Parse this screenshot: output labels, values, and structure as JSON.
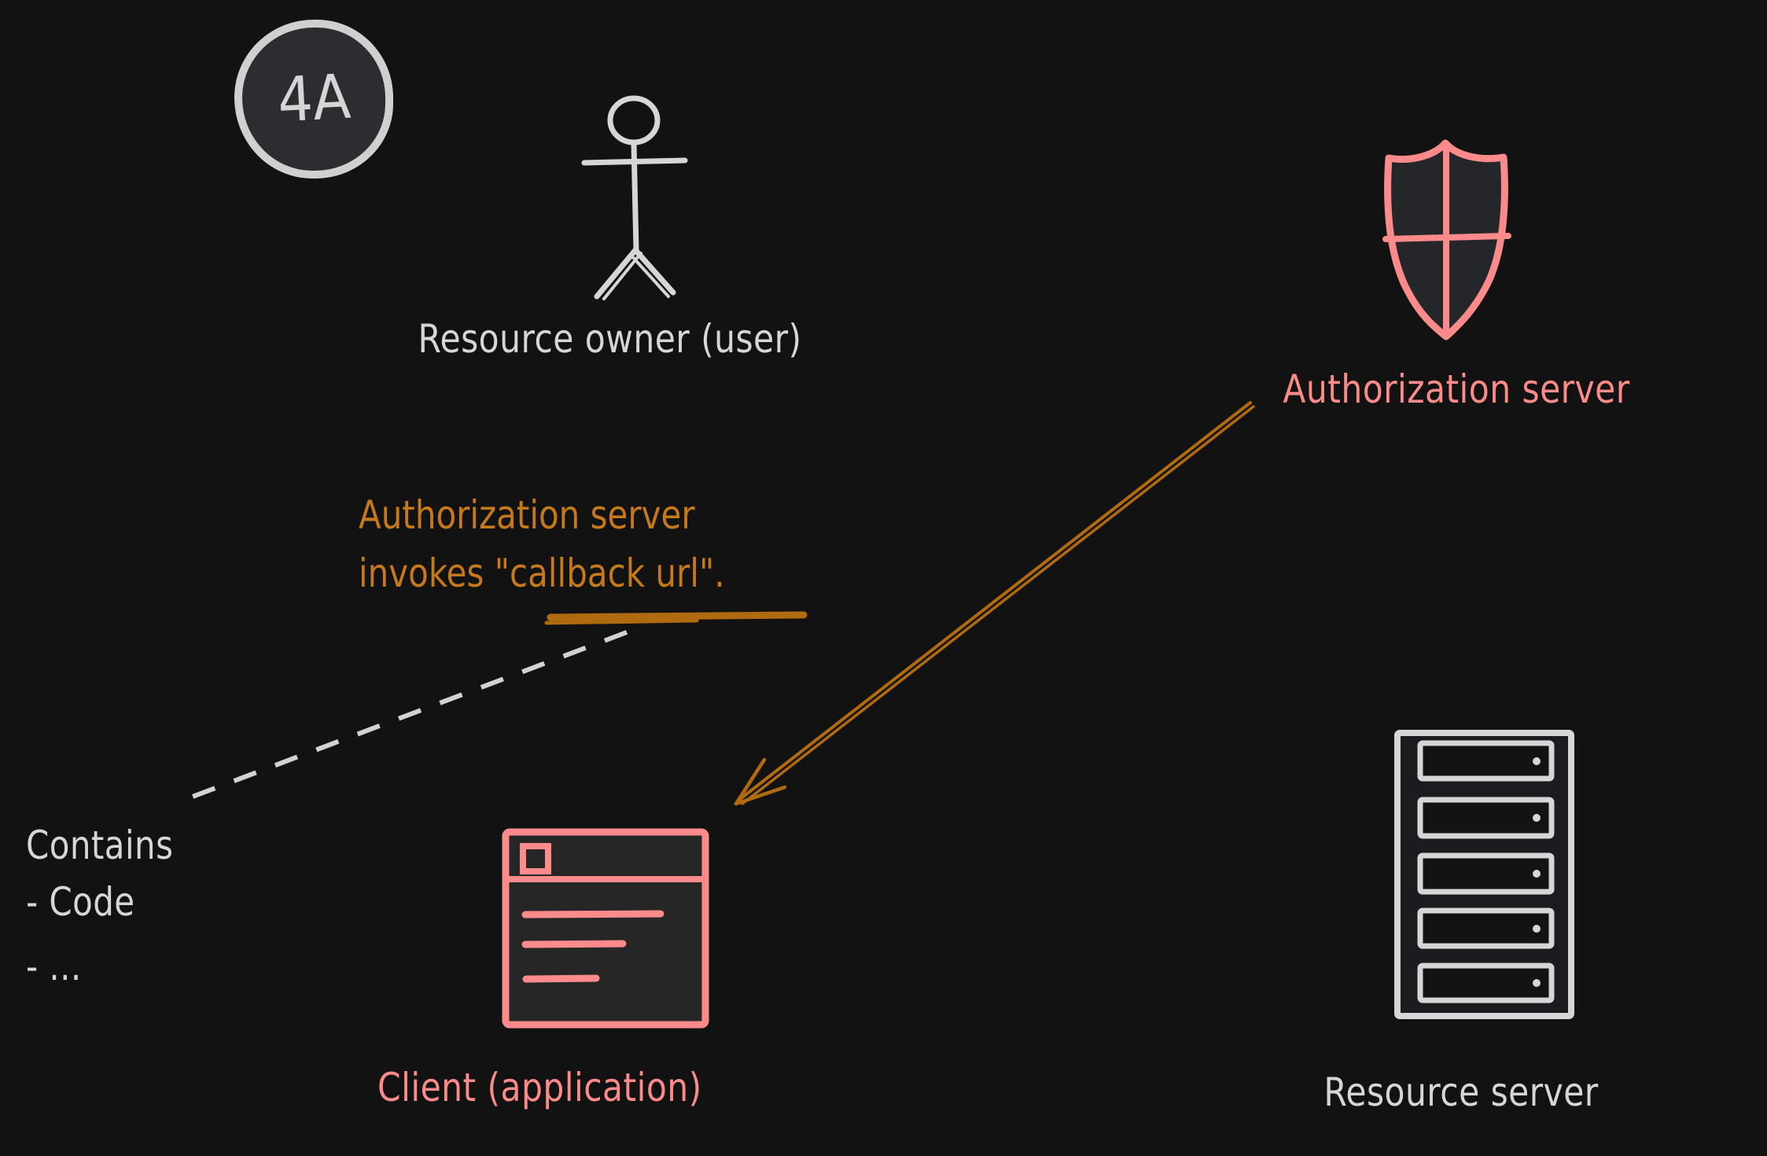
{
  "badge": {
    "label": "4A"
  },
  "nodes": {
    "resource_owner": {
      "label": "Resource owner (user)"
    },
    "authorization_server": {
      "label": "Authorization server"
    },
    "client": {
      "label": "Client (application)"
    },
    "resource_server": {
      "label": "Resource server"
    }
  },
  "annotations": {
    "callback_line1": "Authorization server",
    "callback_line2": "invokes \"callback url\".",
    "contains_title": "Contains",
    "contains_items": [
      "- Code",
      "- ..."
    ]
  },
  "colors": {
    "background": "#121212",
    "gray_stroke": "#d6d6d6",
    "pink_stroke": "#fb8a8a",
    "orange_text": "#c5791a",
    "orange_stroke": "#b06a10",
    "badge_fill": "#2b2d31",
    "shield_fill": "#24262a",
    "window_fill": "#262626",
    "rack_fill": "#1b1c1f"
  }
}
